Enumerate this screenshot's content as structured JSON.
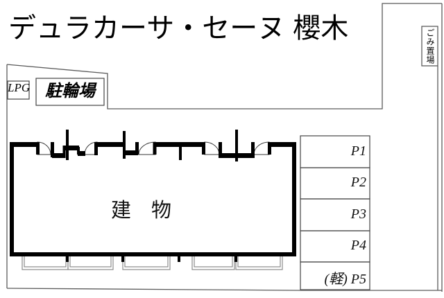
{
  "title": "デュラカーサ・セーヌ 櫻木",
  "site": {
    "garbage_area_label": "ごみ置場",
    "lpg_label": "LPG",
    "bicycle_parking_label": "駐輪場"
  },
  "building": {
    "label": "建　物",
    "door_count": 5
  },
  "parking": {
    "spaces": [
      {
        "label": "P1"
      },
      {
        "label": "P2"
      },
      {
        "label": "P3"
      },
      {
        "label": "P4"
      },
      {
        "label": "(軽) P5"
      }
    ]
  },
  "colors": {
    "wall": "#000000",
    "boundary": "#5a5a5a",
    "terrace_line": "#8a8a8a",
    "background": "#ffffff"
  }
}
